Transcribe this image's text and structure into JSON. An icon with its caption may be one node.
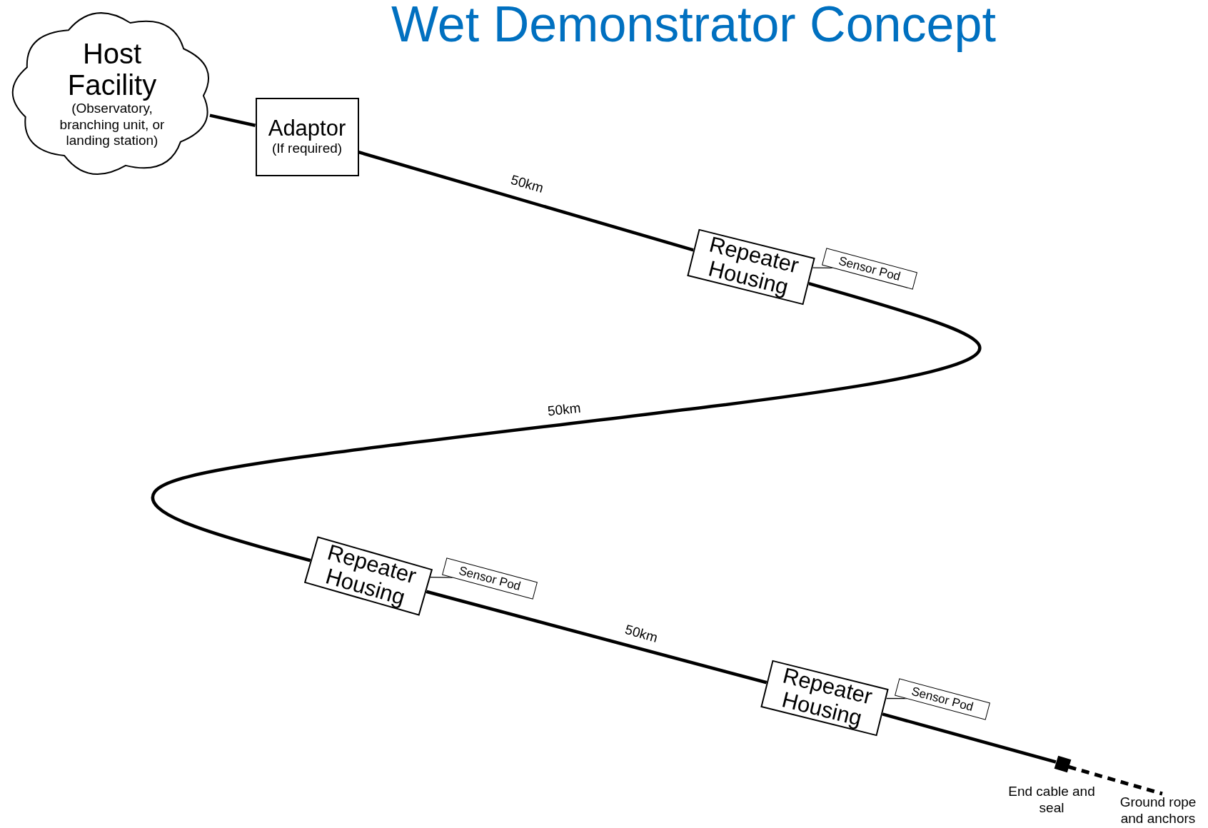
{
  "diagram": {
    "title": "Wet Demonstrator Concept",
    "nodes": [
      {
        "text": [
          "Host Facility",
          "(Observatory, branching unit, or landing station)"
        ]
      },
      {
        "text": [
          "Adaptor",
          "(If required)"
        ]
      },
      {
        "text": [
          "Repeater Housing"
        ]
      },
      {
        "text": [
          "Sensor Pod"
        ]
      },
      {
        "text": [
          "Repeater Housing"
        ]
      },
      {
        "text": [
          "Sensor Pod"
        ]
      },
      {
        "text": [
          "Repeater Housing"
        ]
      },
      {
        "text": [
          "Sensor Pod"
        ]
      },
      {
        "text": [],
        "shape": "box",
        "beside": [
          "End cable and seal"
        ]
      },
      {
        "text": [
          "Ground rope and anchors"
        ]
      }
    ],
    "edges": [
      {
        "from": 0,
        "to": 1,
        "arrow": "none"
      },
      {
        "from": 1,
        "to": 2,
        "arrow": "none",
        "label": "50km"
      },
      {
        "from": 2,
        "to": 3,
        "arrow": "none"
      },
      {
        "from": 2,
        "to": 4,
        "arrow": "none",
        "label": "50km"
      },
      {
        "from": 4,
        "to": 5,
        "arrow": "none"
      },
      {
        "from": 4,
        "to": 6,
        "arrow": "none",
        "label": "50km"
      },
      {
        "from": 6,
        "to": 7,
        "arrow": "none"
      },
      {
        "from": 6,
        "to": 8,
        "arrow": "none"
      },
      {
        "from": 8,
        "to": 9,
        "arrow": "none",
        "style": "dashed"
      }
    ]
  }
}
